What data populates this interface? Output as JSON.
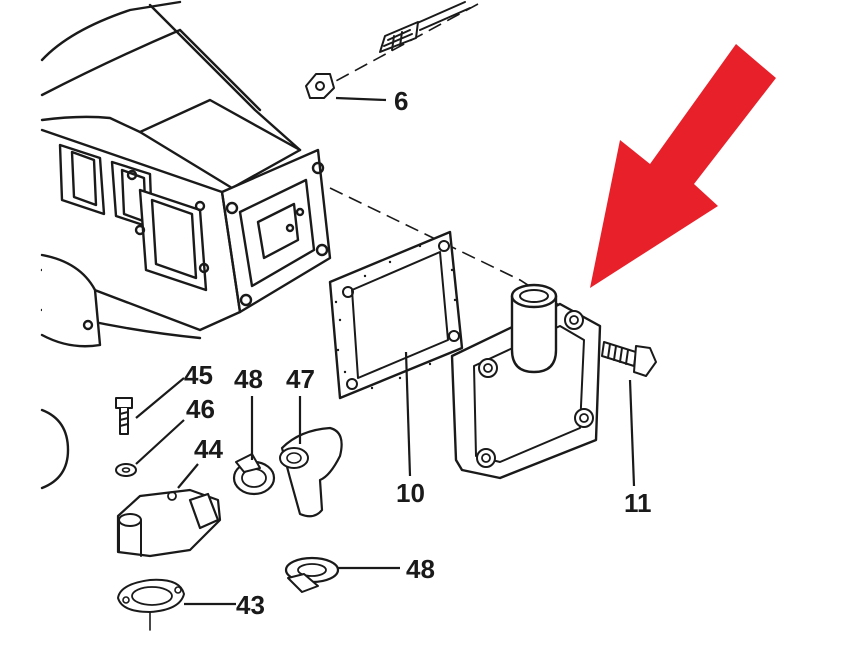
{
  "diagram": {
    "parts": [
      {
        "id": "callout-6",
        "label": "6"
      },
      {
        "id": "callout-10",
        "label": "10"
      },
      {
        "id": "callout-11",
        "label": "11"
      },
      {
        "id": "callout-45",
        "label": "45"
      },
      {
        "id": "callout-46",
        "label": "46"
      },
      {
        "id": "callout-44",
        "label": "44"
      },
      {
        "id": "callout-48a",
        "label": "48"
      },
      {
        "id": "callout-47",
        "label": "47"
      },
      {
        "id": "callout-48b",
        "label": "48"
      },
      {
        "id": "callout-43",
        "label": "43"
      }
    ],
    "colors": {
      "ink": "#1a1a1a",
      "paper": "#ffffff",
      "arrow": "#e8202a"
    },
    "highlight": {
      "icon": "red-arrow-icon",
      "target": "end-cover"
    }
  }
}
